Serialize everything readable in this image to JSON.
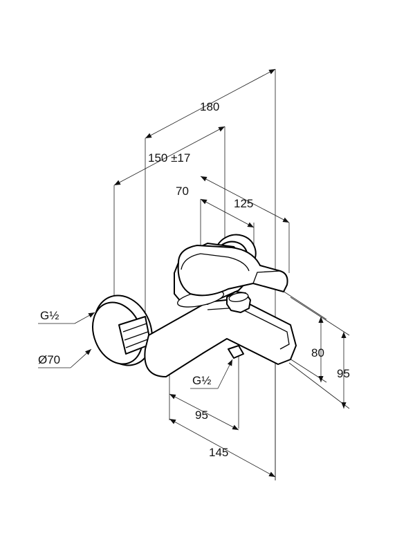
{
  "dimensions": {
    "overall_length": "180",
    "wall_offset": "150 ±17",
    "handle_offset": "70",
    "spout_reach": "125",
    "spout_height": "80",
    "total_height": "95",
    "body_width": "95",
    "total_width": "145"
  },
  "callouts": {
    "inlet_thread": "G½",
    "rosette_diameter": "Ø70",
    "outlet_thread": "G½"
  }
}
